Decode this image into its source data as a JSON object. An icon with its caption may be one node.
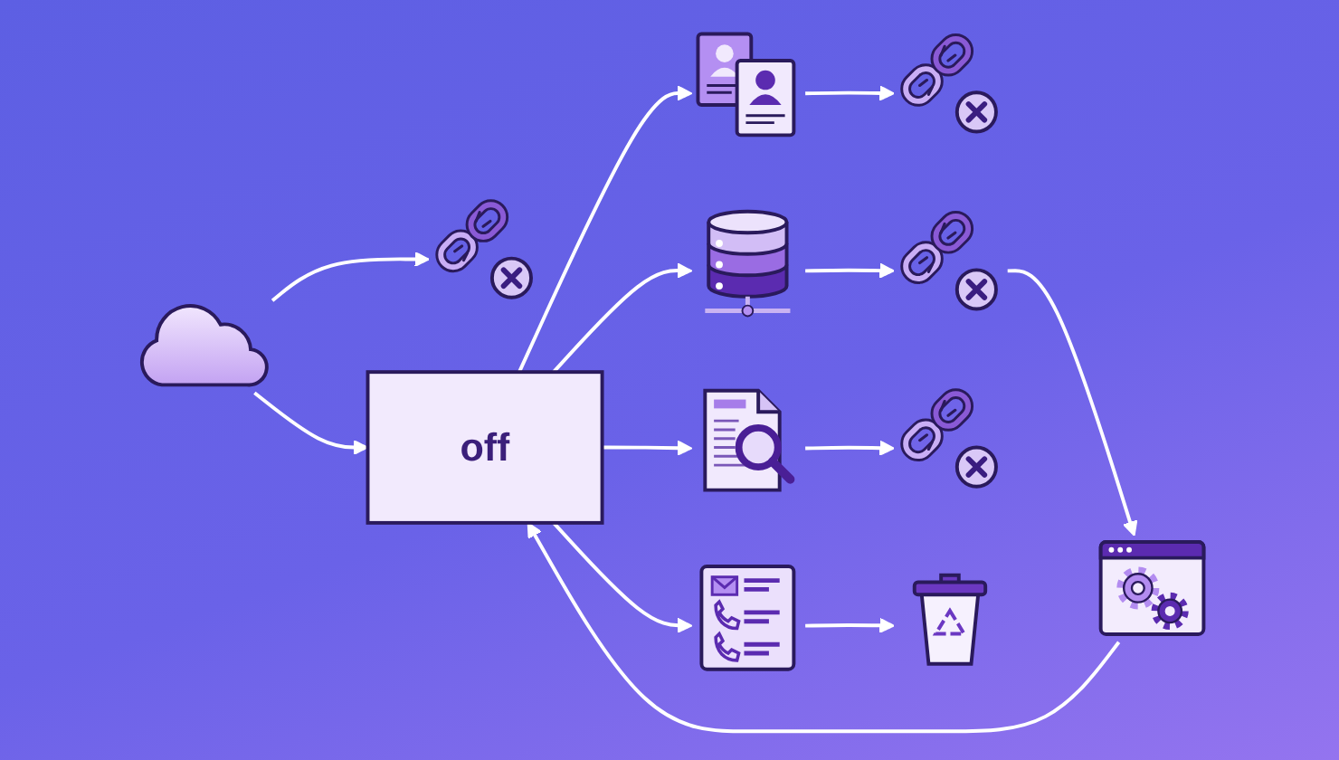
{
  "diagram": {
    "nodes": [
      {
        "text": [],
        "shape": "picture"
      },
      {
        "text": [],
        "shape": "cloud"
      },
      {
        "text": [],
        "shape": "picture"
      },
      {
        "text": [],
        "shape": "picture"
      },
      {
        "text": [],
        "shape": "picture"
      },
      {
        "text": [],
        "shape": "cylinder"
      },
      {
        "text": [
          "off"
        ]
      },
      {
        "text": [],
        "shape": "picture"
      },
      {
        "text": [],
        "shape": "picture"
      },
      {
        "text": [],
        "shape": "picture"
      },
      {
        "text": [],
        "shape": "picture"
      },
      {
        "text": [],
        "shape": "picture"
      }
    ],
    "edges": [
      {
        "from": 1,
        "to": 0,
        "arrow": "to"
      },
      {
        "from": 1,
        "to": 6,
        "arrow": "to"
      },
      {
        "from": 6,
        "to": 5,
        "arrow": "to"
      },
      {
        "from": 5,
        "to": 4,
        "arrow": "to"
      },
      {
        "from": 4,
        "to": 9,
        "arrow": "to"
      },
      {
        "from": 9,
        "to": 6,
        "arrow": "to"
      },
      {
        "from": 6,
        "to": 2,
        "arrow": "to"
      },
      {
        "from": 6,
        "to": 7,
        "arrow": "to"
      },
      {
        "from": 6,
        "to": 10,
        "arrow": "to"
      },
      {
        "from": 2,
        "to": 3,
        "arrow": "to"
      },
      {
        "from": 7,
        "to": 8,
        "arrow": "to"
      },
      {
        "from": 10,
        "to": 11,
        "arrow": "to"
      }
    ]
  }
}
